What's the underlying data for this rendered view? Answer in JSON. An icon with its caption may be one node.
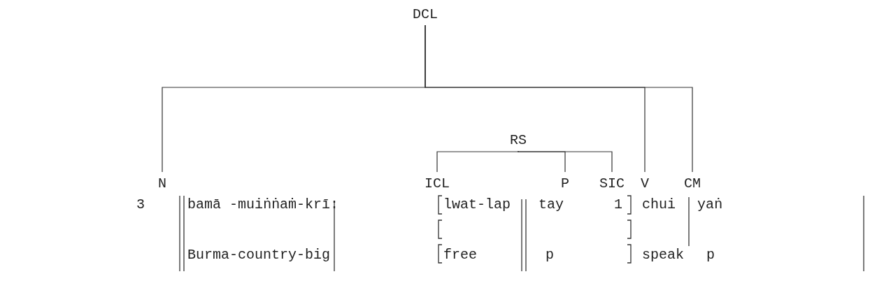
{
  "diagram": {
    "nodes": [
      {
        "text": [
          "DCL"
        ]
      },
      {
        "text": [
          "N"
        ]
      },
      {
        "text": [
          "RS"
        ]
      },
      {
        "text": [
          "ICL"
        ]
      },
      {
        "text": [
          "P"
        ]
      },
      {
        "text": [
          "SIC"
        ]
      },
      {
        "text": [
          "V"
        ]
      },
      {
        "text": [
          "CM"
        ]
      }
    ],
    "edges": [
      {
        "from": 0,
        "to": 1,
        "arrow": "none"
      },
      {
        "from": 0,
        "to": 6,
        "arrow": "none"
      },
      {
        "from": 0,
        "to": 7,
        "arrow": "none"
      },
      {
        "from": 2,
        "to": 3,
        "arrow": "none"
      },
      {
        "from": 2,
        "to": 4,
        "arrow": "none"
      },
      {
        "from": 2,
        "to": 5,
        "arrow": "none"
      }
    ],
    "labels": [
      "3",
      "bamā -muiṅṅaṁ-krī:",
      "lwat-lap",
      "tay",
      "1",
      "chui",
      "yaṅ",
      "Burma-country-big",
      "free",
      "p",
      "speak",
      "p"
    ]
  }
}
